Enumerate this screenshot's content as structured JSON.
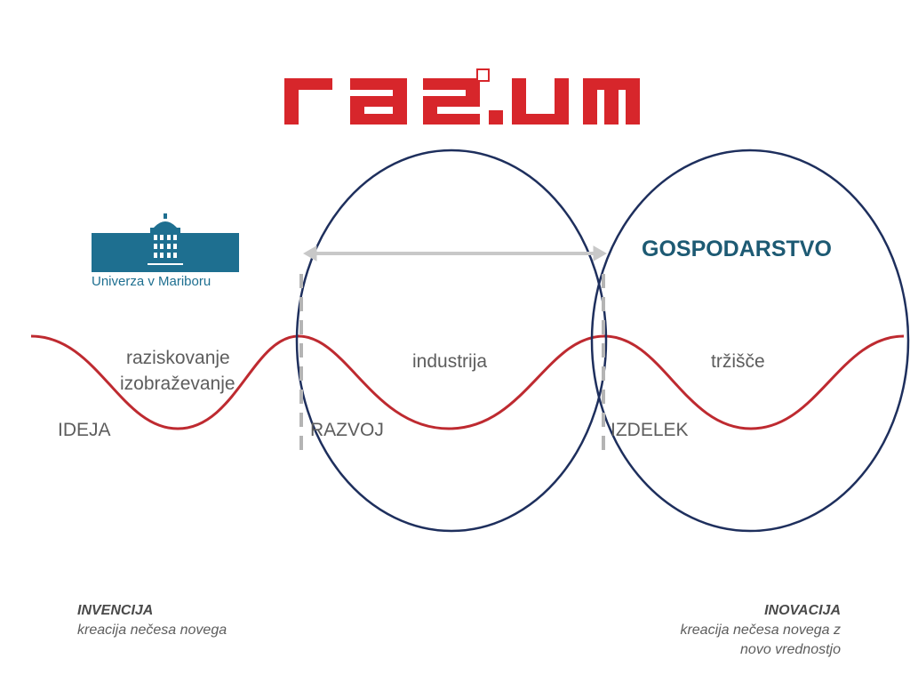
{
  "logo": {
    "text": "raz:um",
    "color": "#d7262b"
  },
  "university": {
    "name": "Univerza v Mariboru",
    "color": "#1e6f90",
    "icon": "university-building-icon"
  },
  "economy_label": "GOSPODARSTVO",
  "zones": {
    "research": [
      "raziskovanje",
      "izobraževanje"
    ],
    "industry": "industrija",
    "market": "tržišče"
  },
  "stages": {
    "idea": "IDEJA",
    "development": "RAZVOJ",
    "product": "IZDELEK"
  },
  "footer": {
    "invention": {
      "title": "INVENCIJA",
      "text": "kreacija nečesa novega"
    },
    "innovation": {
      "title": "INOVACIJA",
      "lines": [
        "kreacija nečesa novega z",
        "novo vrednostjo"
      ]
    }
  },
  "colors": {
    "wave": "#be2a30",
    "circle": "#1e2f5d",
    "dashed": "#b4b4b4",
    "arrow": "#c8c8c8",
    "gray_text": "#5d5d5d",
    "economy_text": "#1d5a73"
  }
}
